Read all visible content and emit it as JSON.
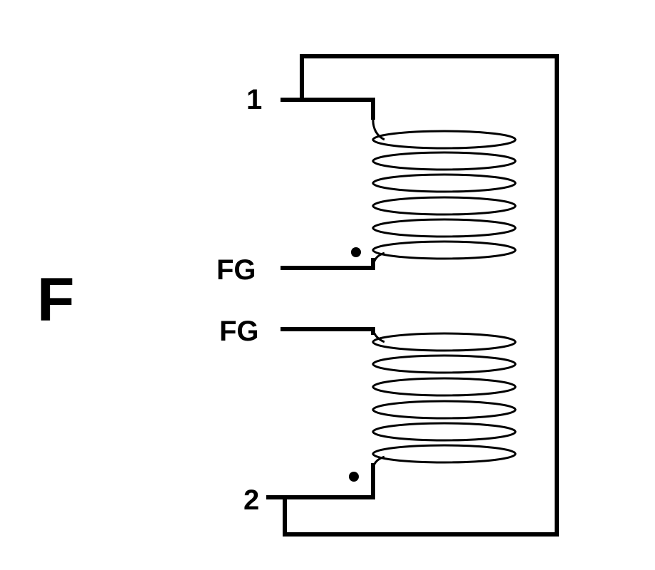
{
  "panel_label": "F",
  "terminals": {
    "top": "1",
    "upper_coil_end": "FG",
    "lower_coil_start": "FG",
    "bottom": "2"
  },
  "coils": [
    {
      "turns": 6,
      "polarity_dot": "bottom"
    },
    {
      "turns": 6,
      "polarity_dot": "bottom"
    }
  ]
}
